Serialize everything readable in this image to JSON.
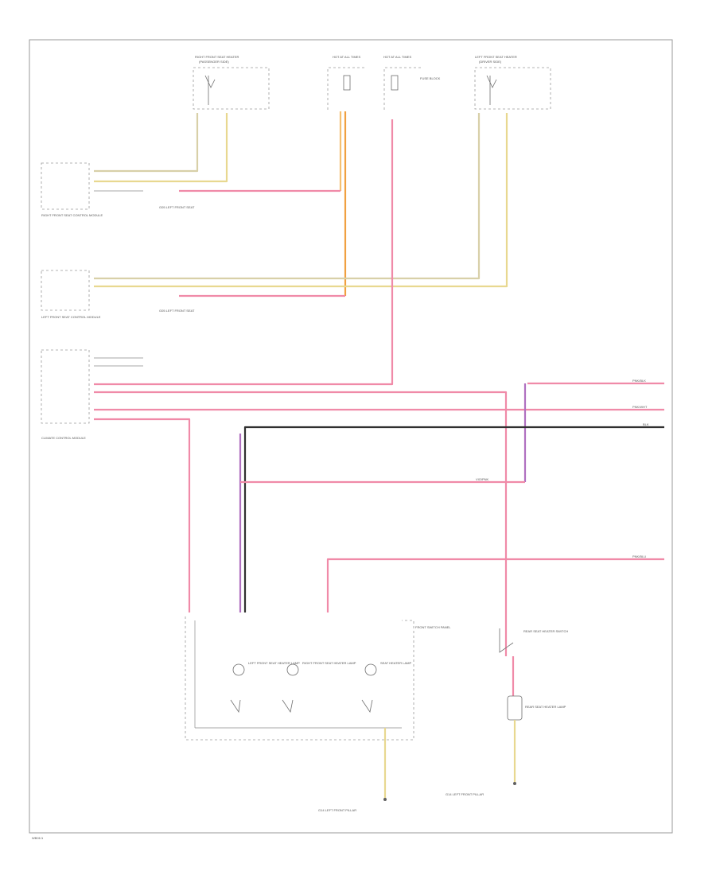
{
  "diagram": {
    "page_label": "WB01/1",
    "colors": {
      "pink": "#f08aa8",
      "orange": "#f0a040",
      "yellow": "#e8d890",
      "violet": "#b070c0",
      "black": "#303030",
      "frame": "#9a9a9a"
    },
    "labels": {
      "rf_seat_heater_title": "RIGHT FRONT SEAT HEATER",
      "rf_seat_heater_sub": "(PASSENGER SIDE)",
      "hot_at_all_times_1": "HOT AT ALL TIMES",
      "hot_at_all_times_2": "HOT AT ALL TIMES",
      "fuse_block": "FUSE BLOCK",
      "lf_seat_heater_title": "LEFT FRONT SEAT HEATER",
      "lf_seat_heater_sub": "(DRIVER SIDE)",
      "rf_seat_control_module": "RIGHT FRONT SEAT CONTROL MODULE",
      "lf_seat_control_module": "LEFT FRONT SEAT CONTROL MODULE",
      "climate_control_module": "CLIMATE CONTROL MODULE",
      "ground_rf": "G05 LEFT FRONT SEAT",
      "ground_lf": "G05 LEFT FRONT SEAT",
      "front_switch_panel": "FRONT SWITCH PANEL",
      "seat_heater_switch_1": "LEFT FRONT SEAT HEATER LAMP",
      "seat_heater_switch_2": "RIGHT FRONT SEAT HEATER LAMP",
      "seat_heater_switch_3": "SEAT HEATER LAMP",
      "rear_heater_switch": "REAR SEAT HEATER SWITCH",
      "rear_heater_lamp": "REAR SEAT HEATER LAMP",
      "ground_bottom_left": "G14 LEFT FRONT PILLAR",
      "ground_bottom_right": "G14 LEFT FRONT PILLAR",
      "wire_pnk_a": "PNK/BLK",
      "wire_pnk_b": "PNK/WHT",
      "wire_blk": "BLK",
      "wire_vio": "VIO/PNK",
      "wire_pnk_c": "PNK/BLU"
    }
  }
}
